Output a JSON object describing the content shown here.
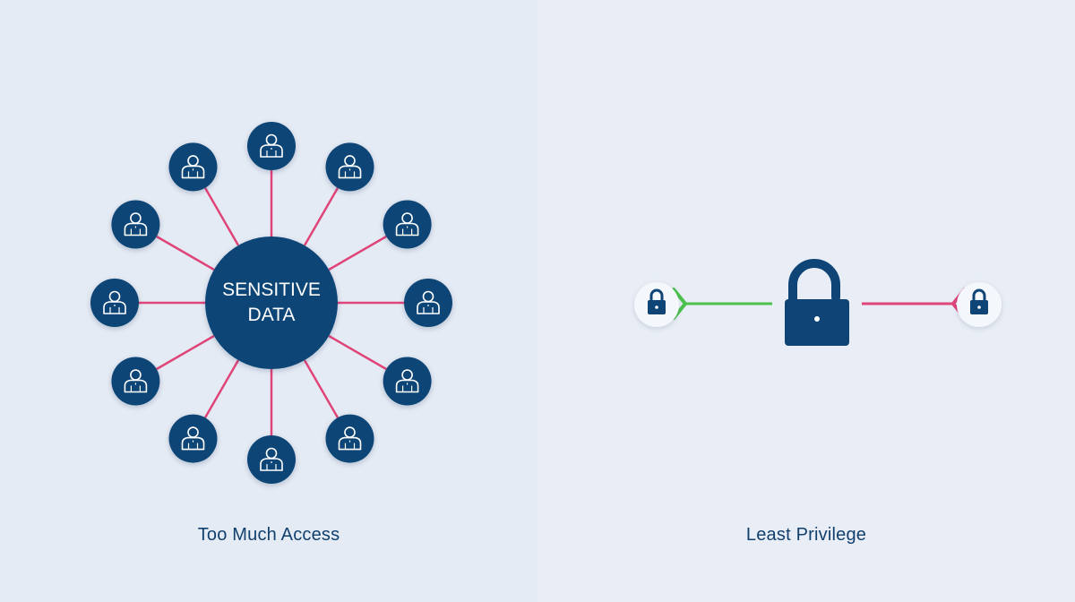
{
  "left": {
    "center_label_line1": "SENSITIVE",
    "center_label_line2": "DATA",
    "caption": "Too Much Access",
    "user_count": 12,
    "user_icon": "person-icon"
  },
  "right": {
    "caption": "Least Privilege",
    "left_node_icon": "small-lock-icon",
    "center_icon": "open-padlock-icon",
    "right_node_icon": "small-lock-icon"
  },
  "colors": {
    "navy": "#0f4576",
    "connector_pink": "#e0457a",
    "connector_green": "#4cc14c",
    "panel_left_bg": "#e4ebf4",
    "panel_right_bg": "#e9eef6"
  }
}
